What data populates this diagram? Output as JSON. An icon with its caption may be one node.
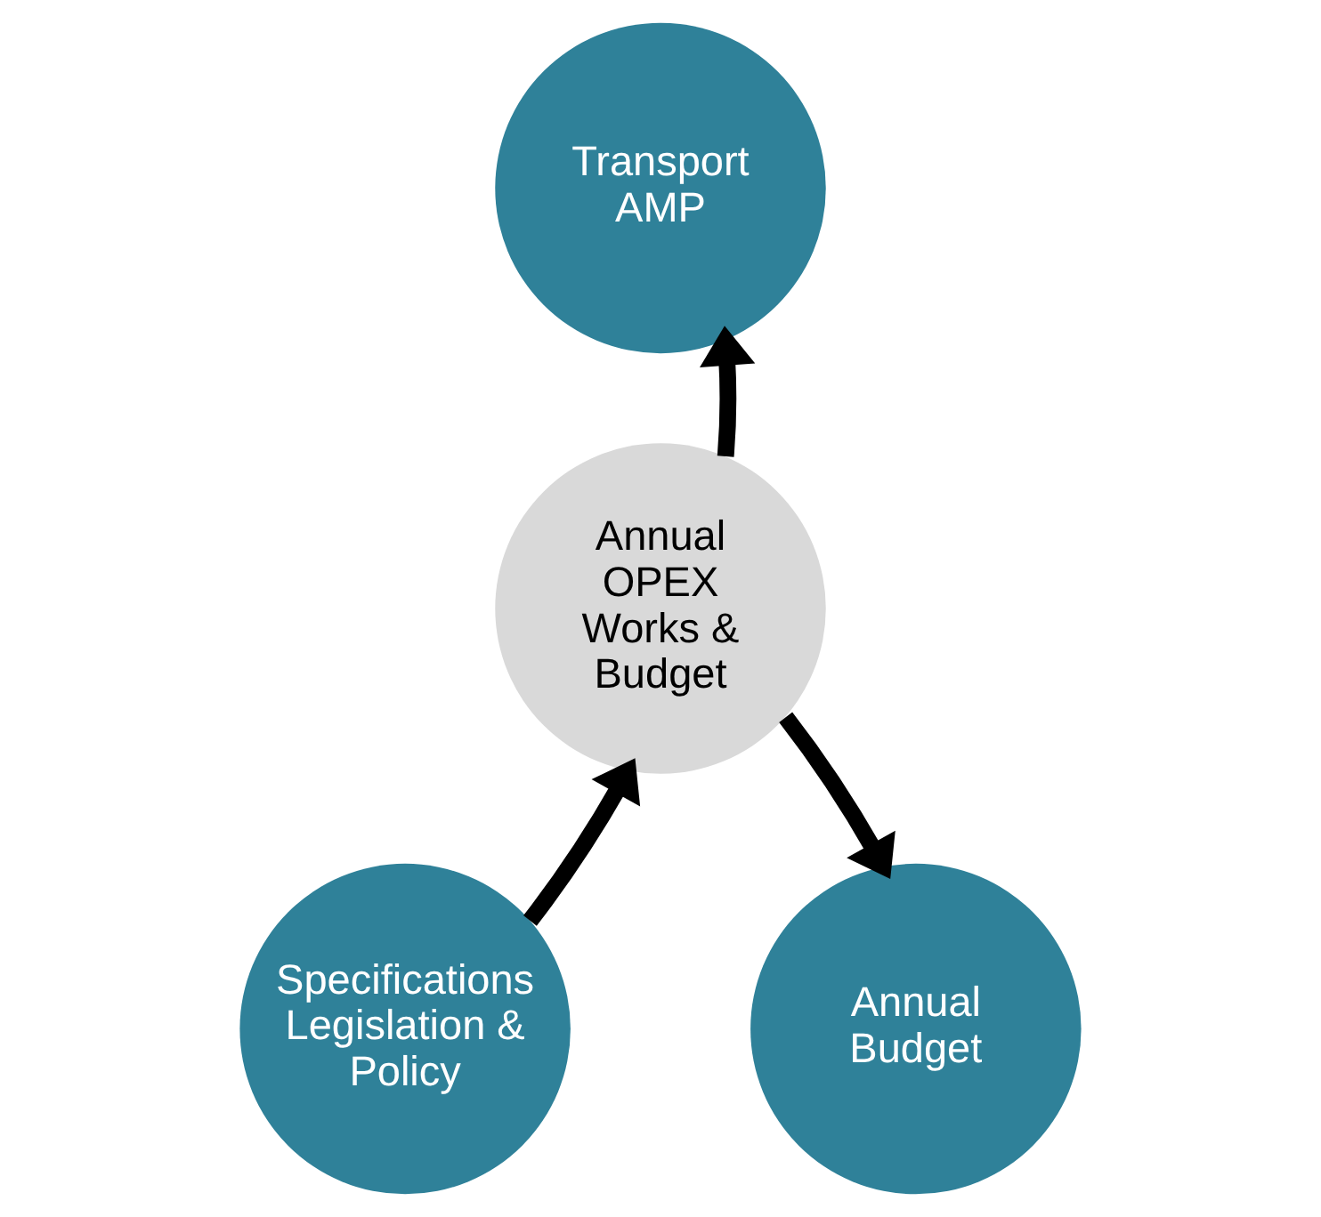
{
  "diagram": {
    "nodes": [
      {
        "text": [
          "Transport AMP"
        ]
      },
      {
        "text": [
          "Annual OPEX Works & Budget"
        ]
      },
      {
        "text": [
          "Specifications Legislation & Policy"
        ]
      },
      {
        "text": [
          "Annual Budget"
        ]
      }
    ],
    "edges": [
      {
        "from": 2,
        "to": 1,
        "arrow": "to"
      },
      {
        "from": 1,
        "to": 0,
        "arrow": "to"
      },
      {
        "from": 1,
        "to": 3,
        "arrow": "to"
      }
    ]
  }
}
